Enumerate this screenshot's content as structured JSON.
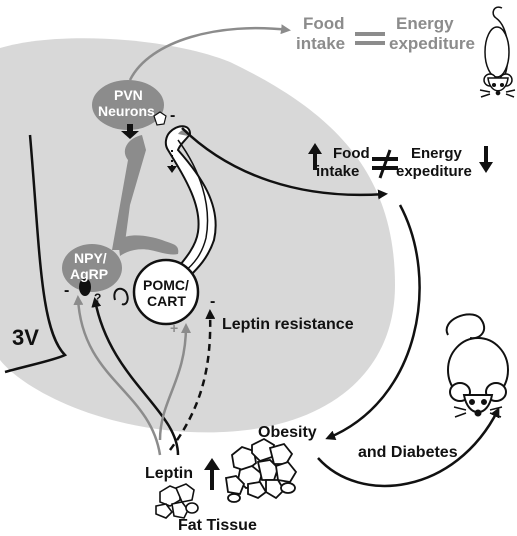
{
  "labels": {
    "food_top": "Food",
    "intake_top": "intake",
    "energy_top": "Energy",
    "expediture_top": "expediture",
    "pvn_line1": "PVN",
    "pvn_line2": "Neurons",
    "food_mid": "Food",
    "intake_mid": "intake",
    "energy_mid": "Energy",
    "expediture_mid": "expediture",
    "npy_line1": "NPY/",
    "npy_line2": "AgRP",
    "pomc_line1": "POMC/",
    "pomc_line2": "CART",
    "three_v": "3V",
    "leptin_resistance": "Leptin resistance",
    "obesity": "Obesity",
    "and_diabetes": "and Diabetes",
    "leptin": "Leptin",
    "fat_tissue": "Fat Tissue",
    "question_mark": "?",
    "plus_sign": "+",
    "minus_sign": "-"
  },
  "colors": {
    "hypothalamus_fill": "#d8d8d8",
    "neuron_fill": "#8c8c8c",
    "grey_text": "#8c8c8c",
    "dark": "#111111"
  },
  "icons": [
    "mouse-slim-icon",
    "mouse-obese-icon",
    "fat-cells-icon",
    "not-equal-icon",
    "equal-icon",
    "up-arrow-icon",
    "down-arrow-icon"
  ]
}
